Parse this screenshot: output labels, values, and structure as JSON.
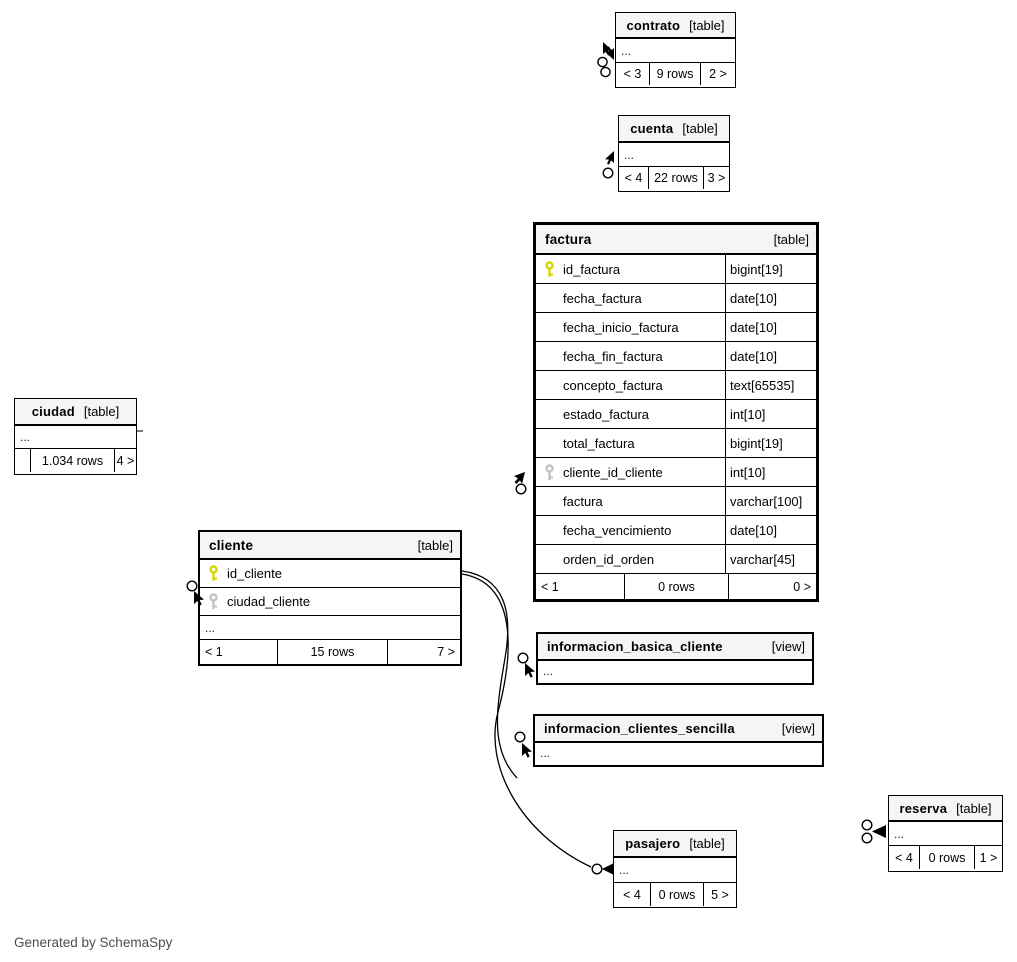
{
  "note": "Generated by SchemaSpy",
  "colors": {
    "header_bg": "#f5f5f5",
    "border": "#000000",
    "primary_key": "#d8d800",
    "foreign_key": "#c3c3c3",
    "note_text": "#4d4d4d"
  },
  "tables": {
    "contrato": {
      "name": "contrato",
      "kind": "[table]",
      "ellipsis": "...",
      "footer": [
        "< 3",
        "9 rows",
        "2 >"
      ]
    },
    "cuenta": {
      "name": "cuenta",
      "kind": "[table]",
      "ellipsis": "...",
      "footer": [
        "< 4",
        "22 rows",
        "3 >"
      ]
    },
    "factura": {
      "name": "factura",
      "kind": "[table]",
      "columns": [
        {
          "name": "id_factura",
          "type": "bigint[19]",
          "key": "pk"
        },
        {
          "name": "fecha_factura",
          "type": "date[10]",
          "key": ""
        },
        {
          "name": "fecha_inicio_factura",
          "type": "date[10]",
          "key": ""
        },
        {
          "name": "fecha_fin_factura",
          "type": "date[10]",
          "key": ""
        },
        {
          "name": "concepto_factura",
          "type": "text[65535]",
          "key": ""
        },
        {
          "name": "estado_factura",
          "type": "int[10]",
          "key": ""
        },
        {
          "name": "total_factura",
          "type": "bigint[19]",
          "key": ""
        },
        {
          "name": "cliente_id_cliente",
          "type": "int[10]",
          "key": "fk"
        },
        {
          "name": "factura",
          "type": "varchar[100]",
          "key": ""
        },
        {
          "name": "fecha_vencimiento",
          "type": "date[10]",
          "key": ""
        },
        {
          "name": "orden_id_orden",
          "type": "varchar[45]",
          "key": ""
        }
      ],
      "footer": [
        "< 1",
        "0 rows",
        "0 >"
      ]
    },
    "ciudad": {
      "name": "ciudad",
      "kind": "[table]",
      "ellipsis": "...",
      "footer": [
        "",
        "1.034 rows",
        "4 >"
      ]
    },
    "cliente": {
      "name": "cliente",
      "kind": "[table]",
      "ellipsis": "...",
      "columns": [
        {
          "name": "id_cliente",
          "key": "pk"
        },
        {
          "name": "ciudad_cliente",
          "key": "fk"
        }
      ],
      "footer": [
        "< 1",
        "15 rows",
        "7 >"
      ]
    },
    "informacion_basica_cliente": {
      "name": "informacion_basica_cliente",
      "kind": "[view]",
      "ellipsis": "..."
    },
    "informacion_clientes_sencilla": {
      "name": "informacion_clientes_sencilla",
      "kind": "[view]",
      "ellipsis": "..."
    },
    "pasajero": {
      "name": "pasajero",
      "kind": "[table]",
      "ellipsis": "...",
      "footer": [
        "< 4",
        "0 rows",
        "5 >"
      ]
    },
    "reserva": {
      "name": "reserva",
      "kind": "[table]",
      "ellipsis": "...",
      "footer": [
        "< 4",
        "0 rows",
        "1 >"
      ]
    }
  }
}
